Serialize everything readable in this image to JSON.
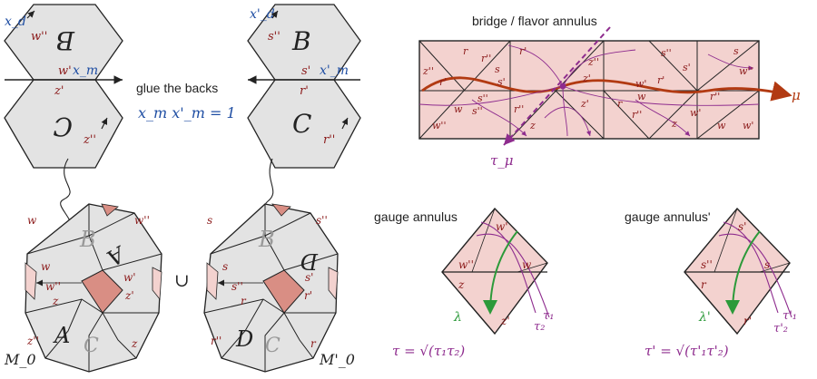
{
  "colors": {
    "panel": "#e3e3e3",
    "pink": "#f3d2cf",
    "dark_pink": "#d98e84",
    "label_red": "#8b1a1a",
    "label_blue": "#1f4ea3",
    "purple": "#8e2c8e",
    "green": "#2c9a3a",
    "mu_line": "#b23a12"
  },
  "text": {
    "glue_title": "glue the backs",
    "glue_eq": "x_m x'_m = 1",
    "bridge_title": "bridge / flavor annulus",
    "gauge_title": "gauge annulus",
    "gauge_title_prime": "gauge annulus'",
    "tau_eq": "τ = √(τ₁τ₂)",
    "tau_eq_prime": "τ' = √(τ'₁τ'₂)",
    "union": "∪",
    "mu": "μ",
    "tau_mu": "τ_μ",
    "lambda": "λ",
    "lambda_prime": "λ'",
    "tau1": "τ₁",
    "tau2": "τ₂",
    "tau1p": "τ'₁",
    "tau2p": "τ'₂"
  },
  "left_hex": {
    "x_d": "x_d",
    "w2": "w''",
    "letter_top": "B",
    "w1": "w'",
    "x_m": "x_m",
    "z1": "z'",
    "letter_bot": "C",
    "z2": "z''"
  },
  "right_hex": {
    "x_d": "x'_d",
    "s2": "s''",
    "letter_top": "B",
    "s1": "s'",
    "x_m": "x'_m",
    "r1": "r'",
    "letter_bot": "C",
    "r2": "r''"
  },
  "left_poly": {
    "name": "M_0",
    "labels": [
      "w",
      "w''",
      "w",
      "w''",
      "w'",
      "z",
      "z''",
      "z'",
      "z"
    ],
    "letters": [
      "B",
      "A",
      "A",
      "C"
    ]
  },
  "right_poly": {
    "name": "M'_0",
    "labels": [
      "s",
      "s''",
      "s",
      "s''",
      "s'",
      "r",
      "r''",
      "r'",
      "r"
    ],
    "letters": [
      "B",
      "D",
      "D",
      "C"
    ]
  },
  "bridge": {
    "labels_top": [
      "r",
      "r''",
      "s",
      "r'",
      "z''",
      "s''",
      "s'",
      "s",
      "w''"
    ],
    "labels_mid": [
      "z''",
      "r'",
      "s'",
      "z'",
      "w'",
      "r'",
      "w",
      "r''",
      "w'",
      "s''"
    ],
    "labels_bot": [
      "w''",
      "w",
      "s''",
      "r''",
      "z",
      "z'",
      "r",
      "r''",
      "z",
      "w",
      "w'"
    ]
  },
  "gauge": {
    "labels": [
      "w'",
      "w''",
      "w",
      "z",
      "z'"
    ]
  },
  "gauge_prime": {
    "labels": [
      "s'",
      "s''",
      "s",
      "r",
      "r'"
    ]
  }
}
